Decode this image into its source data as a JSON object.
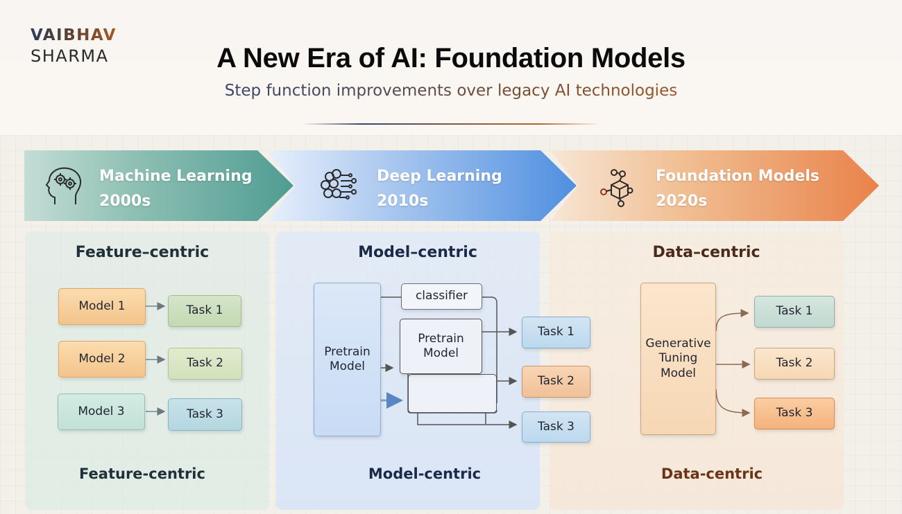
{
  "header": {
    "logo_line1": "VAIBHAV",
    "logo_line2": "SHARMA",
    "title": "A New Era of AI: Foundation Models",
    "subtitle": "Step function improvements over legacy AI technologies"
  },
  "eras": [
    {
      "name": "Machine Learning",
      "decade": "2000s",
      "icon": "head-gears-icon",
      "heading": "Feature–centric",
      "footer": "Feature-centric",
      "color": "#4f9c93",
      "models": [
        "Model 1",
        "Model 2",
        "Model 3"
      ],
      "tasks": [
        "Task 1",
        "Task 2",
        "Task 3"
      ]
    },
    {
      "name": "Deep Learning",
      "decade": "2010s",
      "icon": "neural-brain-icon",
      "heading": "Model–centric",
      "footer": "Model-centric",
      "color": "#4f8fe0",
      "pretrain_left": "Pretrain Model",
      "classifier": "classifier",
      "pretrain_inner": "Pretrain Model",
      "tasks": [
        "Task 1",
        "Task 2",
        "Task 3"
      ]
    },
    {
      "name": "Foundation Models",
      "decade": "2020s",
      "icon": "network-cube-icon",
      "heading": "Data–centric",
      "footer": "Data-centric",
      "color": "#e9824a",
      "model": "Generative Tuning Model",
      "tasks": [
        "Task 1",
        "Task 2",
        "Task 3"
      ]
    }
  ],
  "colors": {
    "title": "#0b0b0b",
    "heading_ml": "#1f3038",
    "heading_dl": "#1c2a4a",
    "heading_fm": "#4a2a1a",
    "footer_fm": "#6a3416"
  }
}
